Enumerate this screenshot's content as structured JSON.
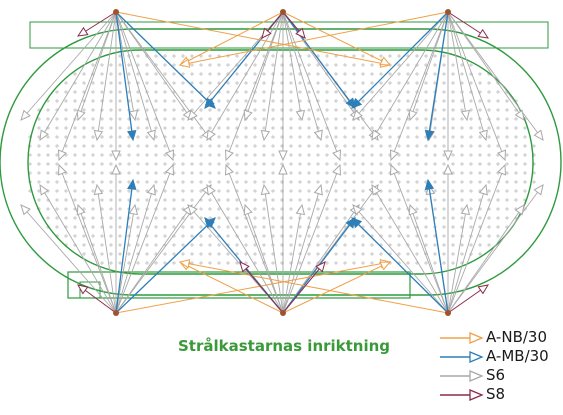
{
  "caption": "Strålkastarnas inriktning",
  "colors": {
    "field_outline": "#2e9a3e",
    "grid_plus": "#b8b8b8",
    "a_nb": "#f0a04a",
    "a_mb": "#2e7fb8",
    "s6": "#a9a9a9",
    "s8": "#8b2c4a",
    "mast": "#a0522d"
  },
  "legend": [
    {
      "label": "A-NB/30",
      "color_key": "a_nb"
    },
    {
      "label": "A-MB/30",
      "color_key": "a_mb"
    },
    {
      "label": "S6",
      "color_key": "s6"
    },
    {
      "label": "S8",
      "color_key": "s8"
    }
  ]
}
